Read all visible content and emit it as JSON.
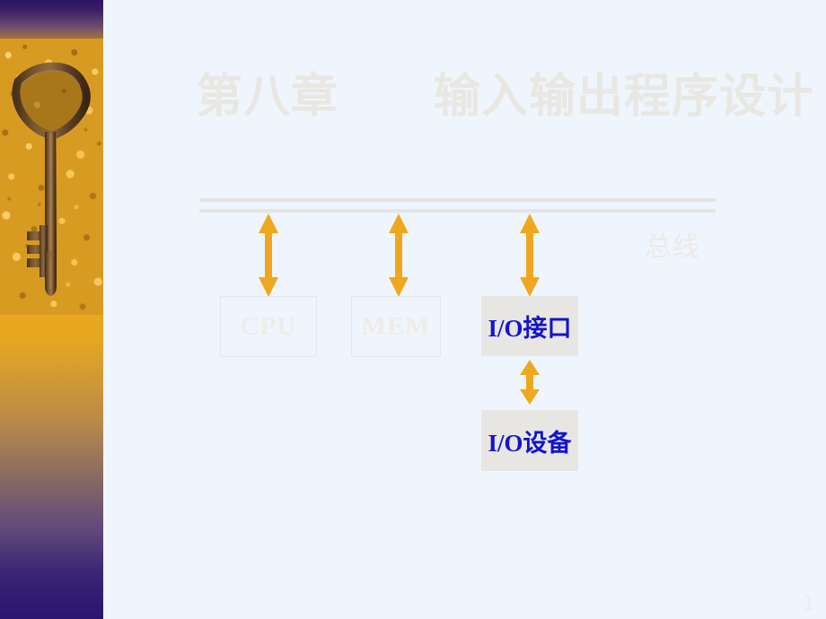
{
  "slide": {
    "title": "第八章　　输入输出程序设计",
    "page_number": "1",
    "background_color": "#eff5fd"
  },
  "sidebar": {
    "decoration_name": "antique-key-on-sand-photo",
    "gradient_top_color": "#2b1463",
    "gradient_mid_color": "#eca81a",
    "gradient_bottom_color": "#2a1570"
  },
  "diagram": {
    "type": "block-diagram",
    "bus": {
      "label": "总线",
      "line_color": "#e6e4e1",
      "line_count": 2
    },
    "arrow_color": "#efa81e",
    "accent_text_color": "#1414cc",
    "faded_text_color": "#efece7",
    "filled_box_color": "#e8e6e3",
    "nodes": [
      {
        "id": "cpu",
        "label": "CPU",
        "style": "faded"
      },
      {
        "id": "mem",
        "label": "MEM",
        "style": "faded"
      },
      {
        "id": "io_interface",
        "label": "I/O接口",
        "style": "filled"
      },
      {
        "id": "io_device",
        "label": "I/O设备",
        "style": "filled"
      }
    ],
    "connections": [
      {
        "from": "bus",
        "to": "cpu",
        "kind": "bidirectional"
      },
      {
        "from": "bus",
        "to": "mem",
        "kind": "bidirectional"
      },
      {
        "from": "bus",
        "to": "io_interface",
        "kind": "bidirectional"
      },
      {
        "from": "io_interface",
        "to": "io_device",
        "kind": "bidirectional"
      }
    ]
  }
}
